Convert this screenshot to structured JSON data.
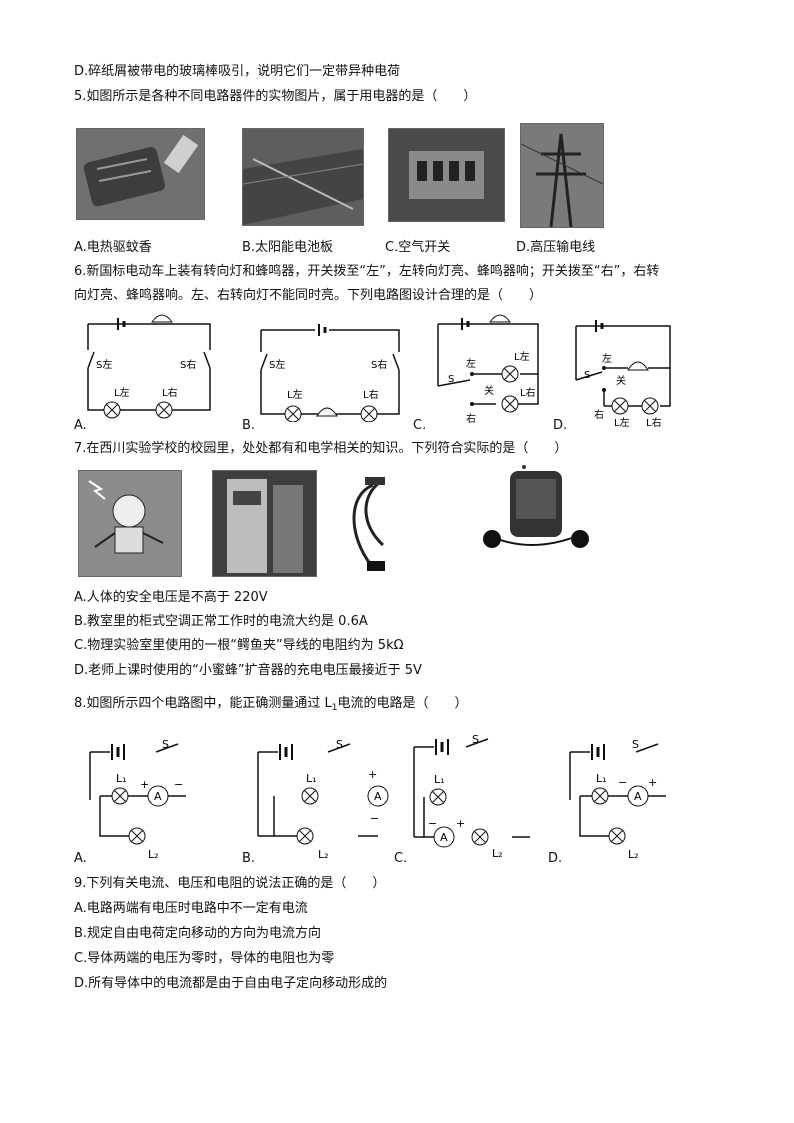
{
  "q4_option_d": "D.碎纸屑被带电的玻璃棒吸引，说明它们一定带异种电荷",
  "q5": {
    "stem": "5.如图所示是各种不同电路器件的实物图片，属于用电器的是（　　）",
    "options": [
      "A.电热驱蚊香",
      "B.太阳能电池板",
      "C.空气开关",
      "D.高压输电线"
    ]
  },
  "q6": {
    "stem_line1": "6.新国标电动车上装有转向灯和蜂鸣器，开关拨至“左”，左转向灯亮、蜂鸣器响；开关拨至“右”，右转",
    "stem_line2": "向灯亮、蜂鸣器响。左、右转向灯不能同时亮。下列电路图设计合理的是（　　）",
    "option_letters": [
      "A.",
      "B.",
      "C.",
      "D."
    ],
    "diagram_labels": {
      "s_left": "S左",
      "s_right": "S右",
      "l_left": "L左",
      "l_right": "L右",
      "left": "左",
      "right": "右",
      "s": "S",
      "guan": "关"
    }
  },
  "q7": {
    "stem": "7.在西川实验学校的校园里，处处都有和电学相关的知识。下列符合实际的是（　　）",
    "options": [
      "A.人体的安全电压是不高于 220V",
      "B.教室里的柜式空调正常工作时的电流大约是 0.6A",
      "C.物理实验室里使用的一根“鳄鱼夹”导线的电阻约为 5kΩ",
      "D.老师上课时使用的“小蜜蜂”扩音器的充电电压最接近于 5V"
    ]
  },
  "q8": {
    "stem_prefix": "8.如图所示四个电路图中，能正确测量通过 L",
    "stem_sub": "1",
    "stem_suffix": "电流的电路是（　　）",
    "option_letters": [
      "A.",
      "B.",
      "C.",
      "D."
    ],
    "diagram_labels": {
      "s": "S",
      "a": "A",
      "l1": "L₁",
      "l2": "L₂",
      "plus": "+",
      "minus": "−"
    }
  },
  "q9": {
    "stem": "9.下列有关电流、电压和电阻的说法正确的是（　　）",
    "options": [
      "A.电路两端有电压时电路中不一定有电流",
      "B.规定自由电荷定向移动的方向为电流方向",
      "C.导体两端的电压为零时，导体的电阻也为零",
      "D.所有导体中的电流都是由于自由电子定向移动形成的"
    ]
  }
}
